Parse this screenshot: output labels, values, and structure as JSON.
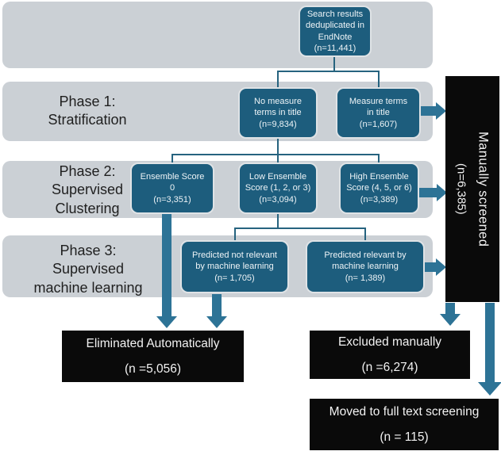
{
  "colors": {
    "node_fill": "#1d5d7d",
    "band_gray": "#cbd0d5",
    "connector_line": "#26637f",
    "arrow": "#2d7396",
    "dark_box": "#0a0a0a",
    "node_text": "#eef4f7",
    "phase_text": "#1f1f1f"
  },
  "phases": {
    "phase1": {
      "label": [
        "Phase 1:",
        "Stratification"
      ]
    },
    "phase2": {
      "label": [
        "Phase 2:",
        "Supervised",
        "Clustering"
      ]
    },
    "phase3": {
      "label": [
        "Phase 3:",
        "Supervised",
        "machine learning"
      ]
    }
  },
  "nodes": {
    "search_results": {
      "lines": [
        "Search results",
        "deduplicated in",
        "EndNote",
        "(n=11,441)"
      ]
    },
    "no_measure_terms": {
      "lines": [
        "No measure",
        "terms in title",
        "(n=9,834)"
      ]
    },
    "measure_terms": {
      "lines": [
        "Measure terms",
        "in title",
        "(n=1,607)"
      ]
    },
    "ensemble_score_0": {
      "lines": [
        "Ensemble Score",
        "0",
        "(n=3,351)"
      ]
    },
    "low_ensemble_score": {
      "lines": [
        "Low Ensemble",
        "Score  (1, 2, or 3)",
        "(n=3,094)"
      ]
    },
    "high_ensemble_score": {
      "lines": [
        "High Ensemble",
        "Score (4, 5, or 6)",
        "(n=3,389)"
      ]
    },
    "predicted_not_relevant": {
      "lines": [
        "Predicted not relevant",
        "by machine learning",
        "(n= 1,705)"
      ]
    },
    "predicted_relevant": {
      "lines": [
        "Predicted relevant by",
        "machine learning",
        "(n= 1,389)"
      ]
    },
    "manually_screened": {
      "line1": "Manually screened",
      "line2": "(n=6,385)"
    },
    "eliminated_automatically": {
      "lines": [
        "Eliminated Automatically",
        "(n =5,056)"
      ]
    },
    "excluded_manually": {
      "lines": [
        "Excluded manually",
        "(n =6,274)"
      ]
    },
    "moved_full_text": {
      "lines": [
        "Moved to full text screening",
        "(n = 115)"
      ]
    }
  }
}
